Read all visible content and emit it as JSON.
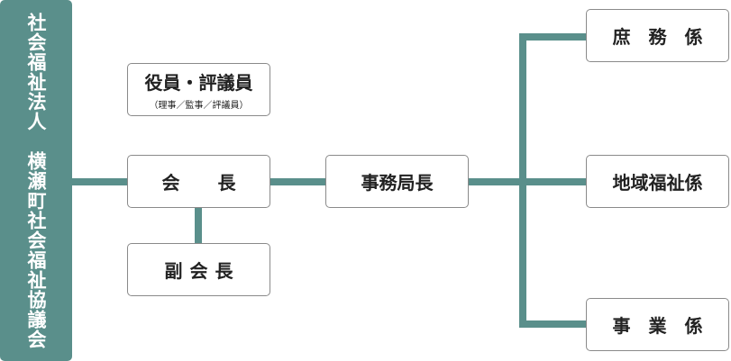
{
  "organization": {
    "line1": "社会福祉法人",
    "line2": "横瀬町社会福祉協議会"
  },
  "nodes": {
    "officers": {
      "label": "役員・評議員",
      "sub": "（理事／監事／評議員）"
    },
    "chairman": {
      "label": "会長"
    },
    "vice_chairman": {
      "label": "副会長"
    },
    "secretary_general": {
      "label": "事務局長"
    },
    "general_affairs": {
      "label": "庶務係"
    },
    "community_welfare": {
      "label": "地域福祉係"
    },
    "business": {
      "label": "事業係"
    }
  },
  "colors": {
    "accent": "#5a8f8b",
    "box_border": "#8a8a8a"
  }
}
